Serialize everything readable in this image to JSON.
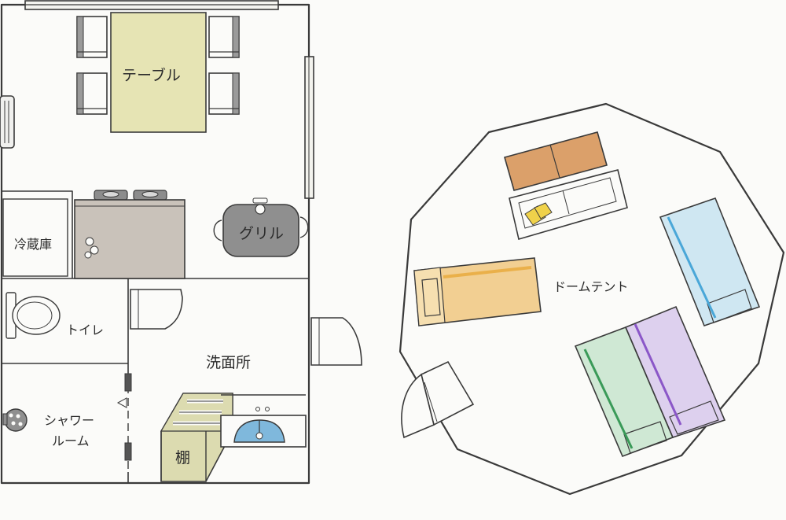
{
  "labels": {
    "table": "テーブル",
    "refrigerator": "冷蔵庫",
    "grill": "グリル",
    "toilet": "トイレ",
    "washroom": "洗面所",
    "shower_line1": "シャワー",
    "shower_line2": "ルーム",
    "shelf": "棚",
    "dome_tent": "ドームテント"
  },
  "colors": {
    "table": "#e6e4b4",
    "counter": "#c9c2ba",
    "shelf": "#dcdbb0",
    "grill": "#8f8f8f",
    "sofa_back": "#dba06a",
    "cushion": "#f0d24a",
    "tent_bed": "#f2cf92",
    "tent_bed_stripe": "#eab04a",
    "bed_blue": "#cfe7f2",
    "bed_blue_stripe": "#4aa7d8",
    "bed_green": "#cfe8d4",
    "bed_green_stripe": "#3a9a58",
    "bed_purple": "#ddd0ee",
    "bed_purple_stripe": "#8b57c8",
    "sink_water": "#7fb8dc",
    "ink": "#3a3a3a"
  }
}
